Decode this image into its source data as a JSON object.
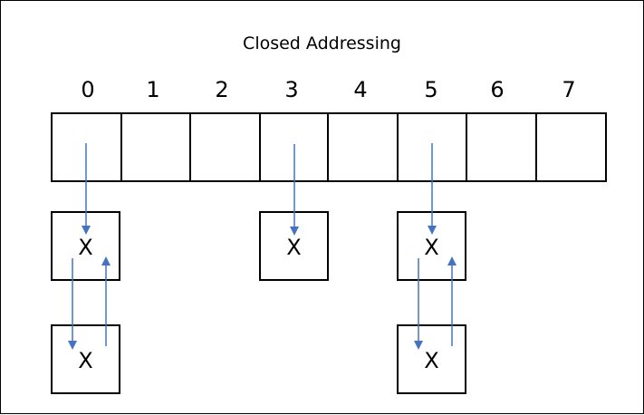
{
  "title": "Closed Addressing",
  "indices": [
    "0",
    "1",
    "2",
    "3",
    "4",
    "5",
    "6",
    "7"
  ],
  "node_label": "X",
  "arrow_color": "#4472C4",
  "chains": [
    {
      "bucket": "0",
      "length": 2
    },
    {
      "bucket": "3",
      "length": 1
    },
    {
      "bucket": "5",
      "length": 2
    }
  ]
}
